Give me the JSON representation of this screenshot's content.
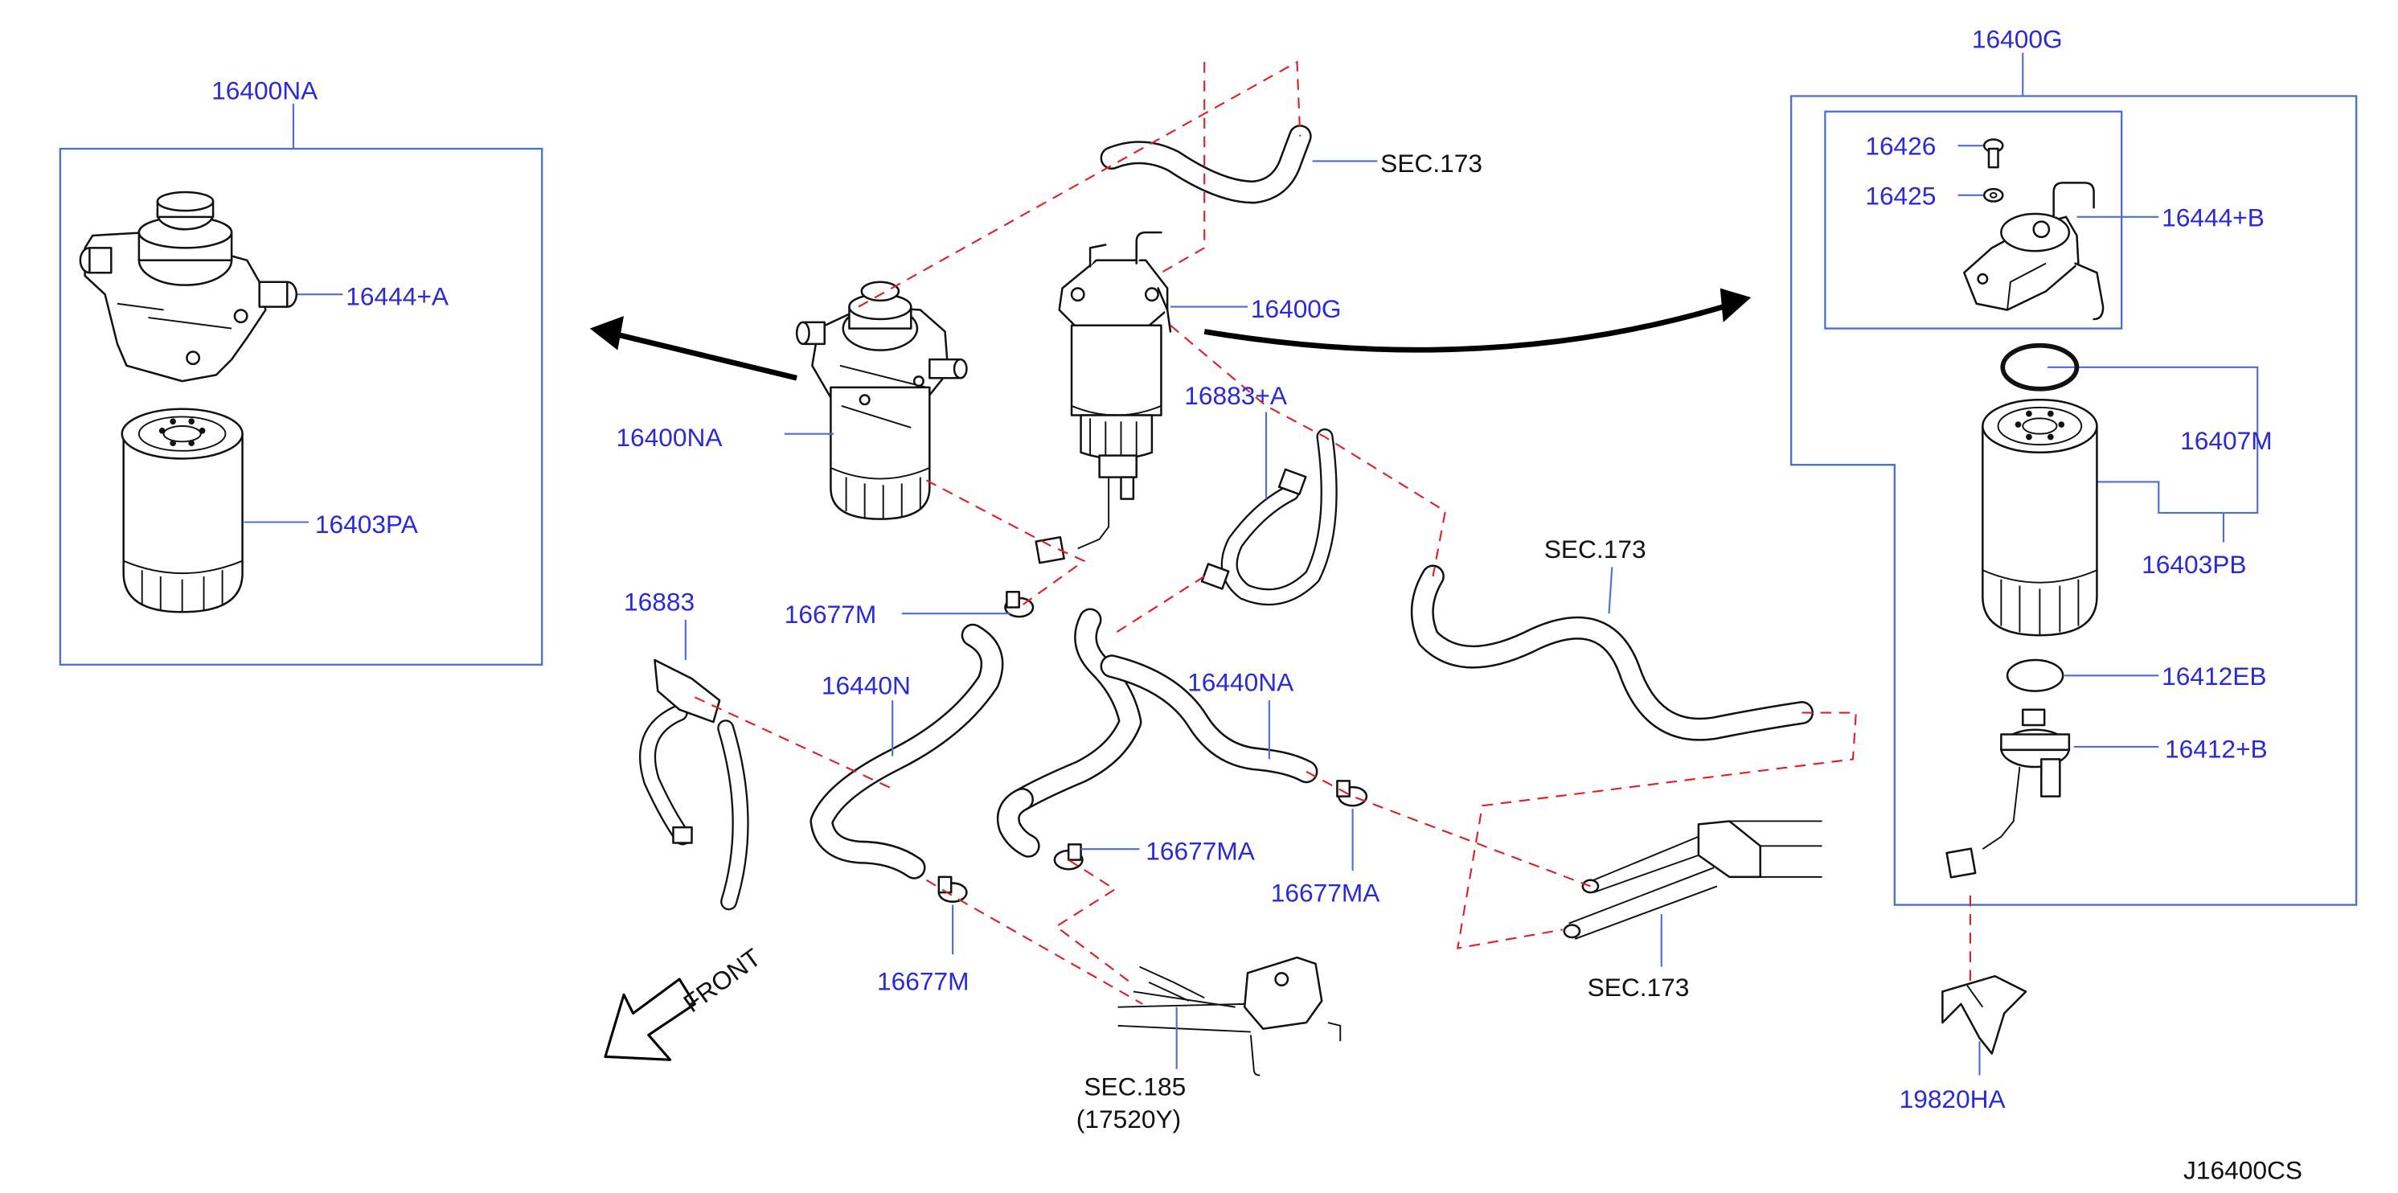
{
  "parts": {
    "p16400na_box": "16400NA",
    "p16444a": "16444+A",
    "p16403pa": "16403PA",
    "p16400na_main": "16400NA",
    "p16400g_main": "16400G",
    "p16883a": "16883+A",
    "p16883": "16883",
    "p16677m_a": "16677M",
    "p16440n": "16440N",
    "p16440na": "16440NA",
    "p16677ma_a": "16677MA",
    "p16677ma_b": "16677MA",
    "p16677m_b": "16677M",
    "p16400g_box": "16400G",
    "p16426": "16426",
    "p16425": "16425",
    "p16444b": "16444+B",
    "p16407m": "16407M",
    "p16403pb": "16403PB",
    "p16412eb": "16412EB",
    "p16412b": "16412+B",
    "p19820ha": "19820HA"
  },
  "references": {
    "sec173_top": "SEC.173",
    "sec173_mid": "SEC.173",
    "sec173_bottom": "SEC.173",
    "sec185": "SEC.185",
    "sec185_sub": "(17520Y)"
  },
  "front_label": "FRONT",
  "diagram_code": "J16400CS",
  "colors": {
    "part_number": "#2a2ad6",
    "reference": "#111111",
    "leader": "#4a6fd0",
    "phantom": "#e02020"
  }
}
